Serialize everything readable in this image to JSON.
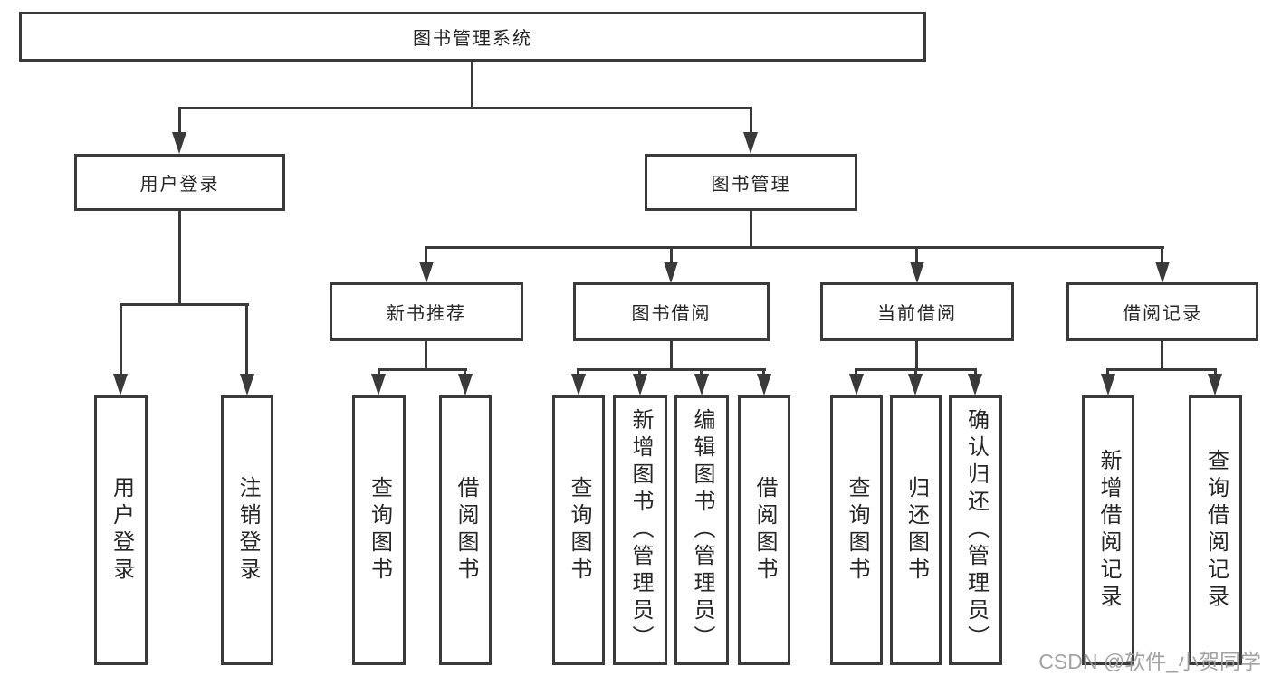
{
  "tree": {
    "root": "图书管理系统",
    "login": {
      "label": "用户登录",
      "children": [
        "用户登录",
        "注销登录"
      ]
    },
    "mgmt": {
      "label": "图书管理",
      "groups": [
        {
          "label": "新书推荐",
          "children": [
            "查询图书",
            "借阅图书"
          ]
        },
        {
          "label": "图书借阅",
          "children": [
            "查询图书",
            "新增图书（管理员）",
            "编辑图书（管理员）",
            "借阅图书"
          ]
        },
        {
          "label": "当前借阅",
          "children": [
            "查询图书",
            "归还图书",
            "确认归还（管理员）"
          ]
        },
        {
          "label": "借阅记录",
          "children": [
            "新增借阅记录",
            "查询借阅记录"
          ]
        }
      ]
    }
  },
  "watermark": "CSDN @软件_小贺同学",
  "colors": {
    "line": "#3a3a3a",
    "text": "#262626",
    "background": "#ffffff",
    "watermark": "#9b9b9b"
  }
}
